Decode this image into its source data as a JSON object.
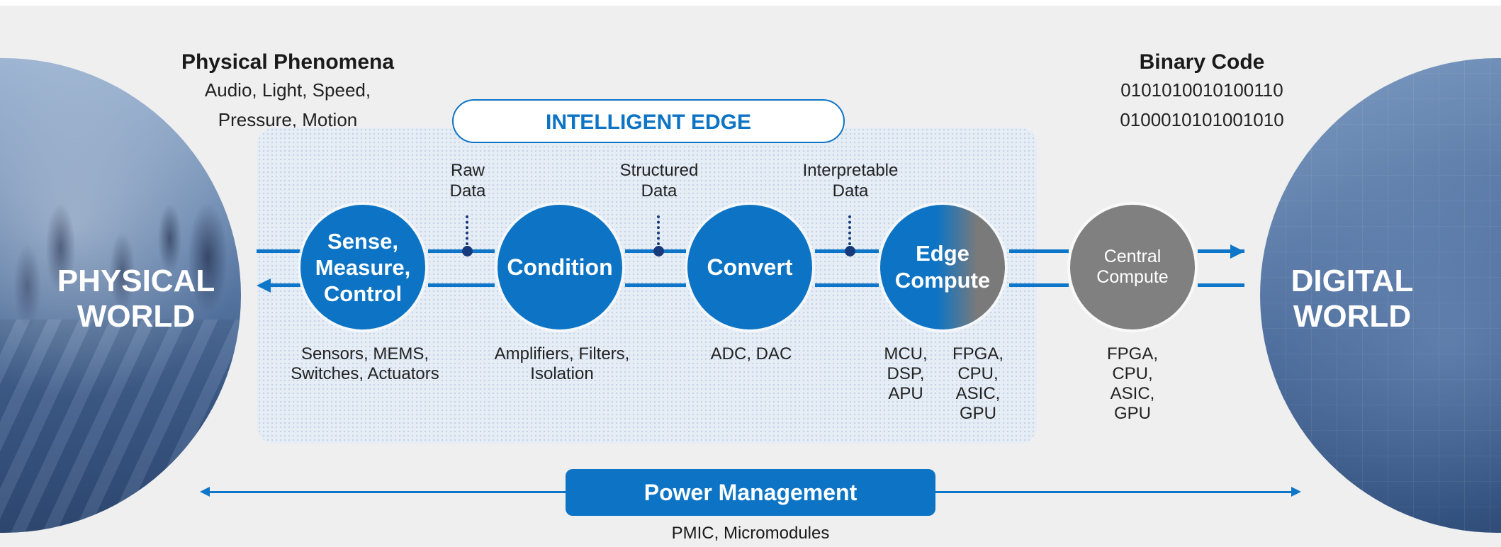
{
  "physical_heading": {
    "title": "Physical Phenomena",
    "lines": [
      "Audio, Light, Speed,",
      "Pressure, Motion"
    ]
  },
  "digital_heading": {
    "title": "Binary Code",
    "lines": [
      "0101010010100110",
      "0100010101001010"
    ]
  },
  "physical_world": {
    "lines": [
      "PHYSICAL",
      "WORLD"
    ]
  },
  "digital_world": {
    "lines": [
      "DIGITAL",
      "WORLD"
    ]
  },
  "intelligent_edge": {
    "title": "INTELLIGENT EDGE"
  },
  "stages": [
    {
      "lines": [
        "Sense,",
        "Measure,",
        "Control"
      ],
      "caption": [
        "Sensors, MEMS,",
        "Switches, Actuators"
      ]
    },
    {
      "lines": [
        "Condition"
      ],
      "caption": [
        "Amplifiers, Filters,",
        "Isolation"
      ]
    },
    {
      "lines": [
        "Convert"
      ],
      "caption": [
        "ADC, DAC"
      ]
    },
    {
      "lines": [
        "Edge",
        "Compute"
      ],
      "caption_left": [
        "MCU,",
        "DSP,",
        "APU"
      ],
      "caption_right": [
        "FPGA,",
        "CPU,",
        "ASIC,",
        "GPU"
      ]
    },
    {
      "lines": [
        "Central",
        "Compute"
      ],
      "caption": [
        "FPGA,",
        "CPU,",
        "ASIC,",
        "GPU"
      ]
    }
  ],
  "data_markers": [
    {
      "lines": [
        "Raw",
        "Data"
      ]
    },
    {
      "lines": [
        "Structured",
        "Data"
      ]
    },
    {
      "lines": [
        "Interpretable",
        "Data"
      ]
    }
  ],
  "power": {
    "label": "Power Management",
    "caption": "PMIC, Micromodules"
  },
  "colors": {
    "accent": "#0d74c5",
    "dark_accent": "#173a7c",
    "gray": "#808080",
    "background": "#efefef"
  }
}
